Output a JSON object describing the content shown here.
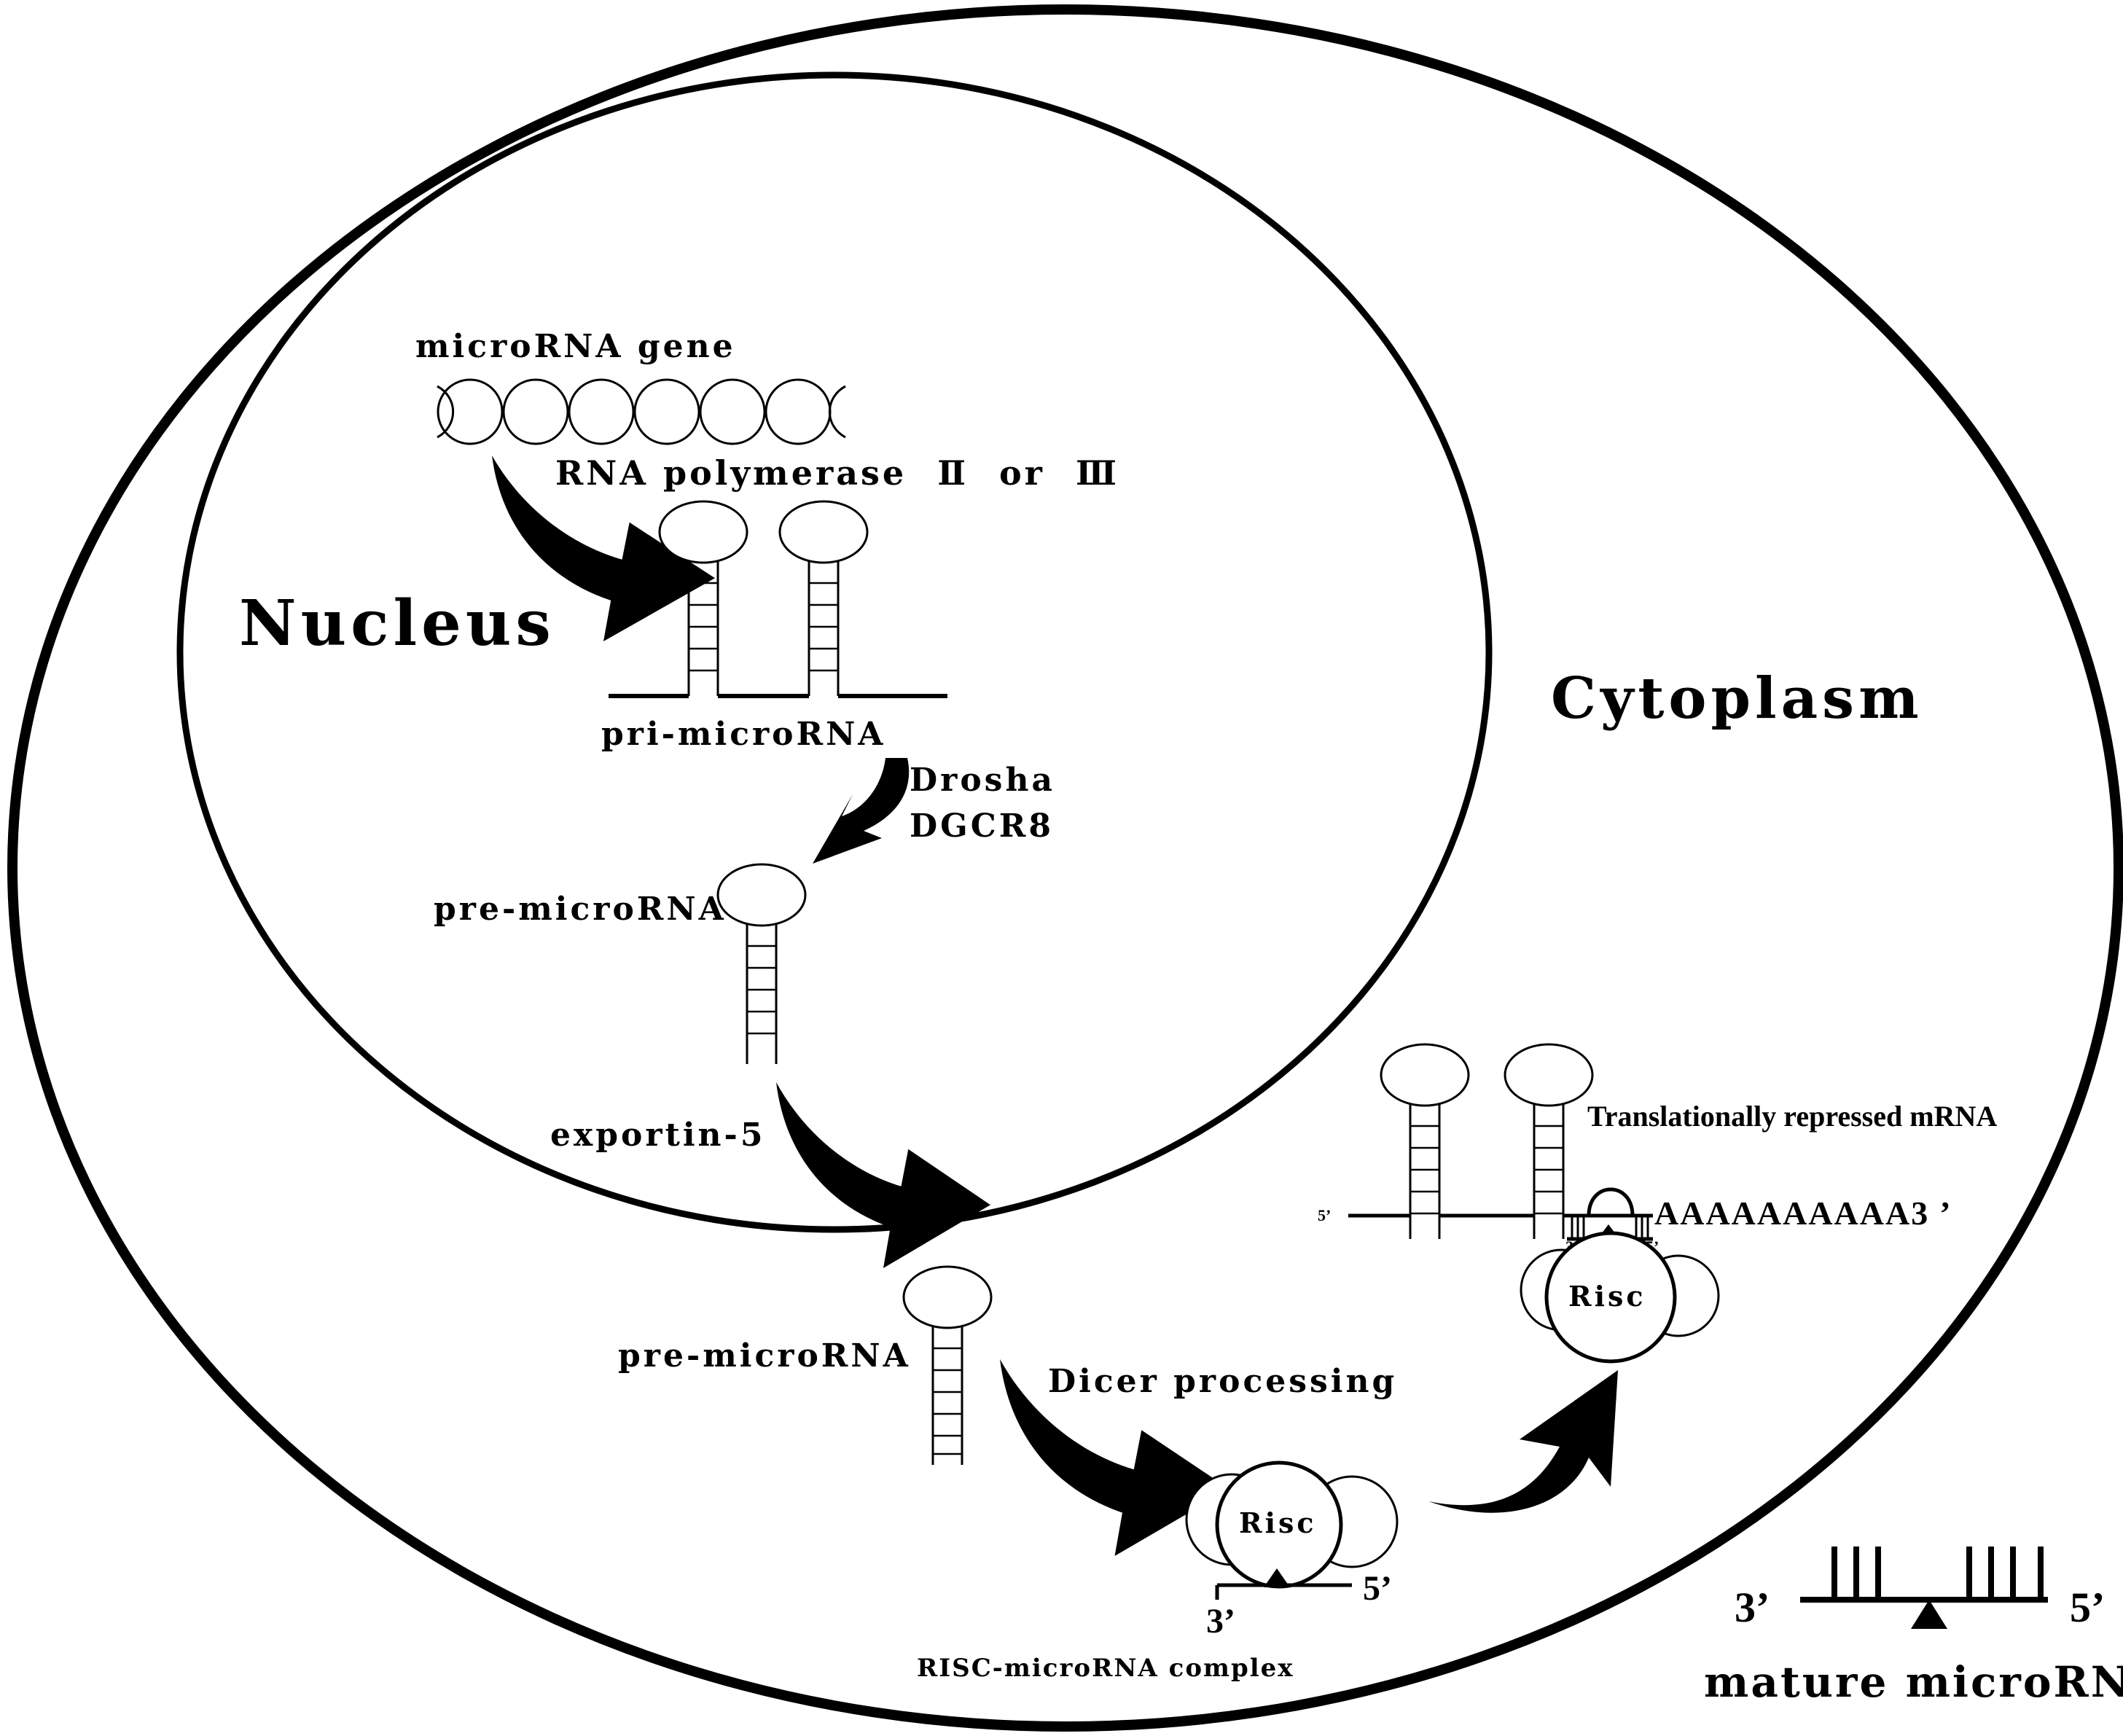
{
  "compartments": {
    "nucleus": "Nucleus",
    "cytoplasm": "Cytoplasm"
  },
  "labels": {
    "microrna_gene": "microRNA gene",
    "rna_polymerase": "RNA polymerase",
    "polymerase_ii": "Ⅱ",
    "or": "or",
    "polymerase_iii": "Ⅲ",
    "pri_microrna": "pri-microRNA",
    "drosha": "Drosha",
    "dgcr8": "DGCR8",
    "pre_microrna_nuclear": "pre-microRNA",
    "exportin5": "exportin-5",
    "pre_microrna_cytoplasm": "pre-microRNA",
    "dicer_processing": "Dicer processing",
    "risc_complex": "Risc",
    "risc_5prime": "5’",
    "risc_3prime": "3’",
    "risc_microrna_complex": "RISC-microRNA complex",
    "repressed_mrna": "Translationally repressed mRNA",
    "mrna_5prime": "5’",
    "poly_a_tail": "AAAAAAAAAA3",
    "poly_a_prime": "’",
    "risc_bound": "Risc",
    "bound_3prime": "3’",
    "bound_5prime": "5’",
    "mature_3prime": "3’",
    "mature_5prime": "5’",
    "mature_microrna": "mature microRNA"
  },
  "icons": {
    "arrow": "curved-arrow-icon",
    "hairpin": "hairpin-icon",
    "risc": "risc-complex-icon"
  }
}
